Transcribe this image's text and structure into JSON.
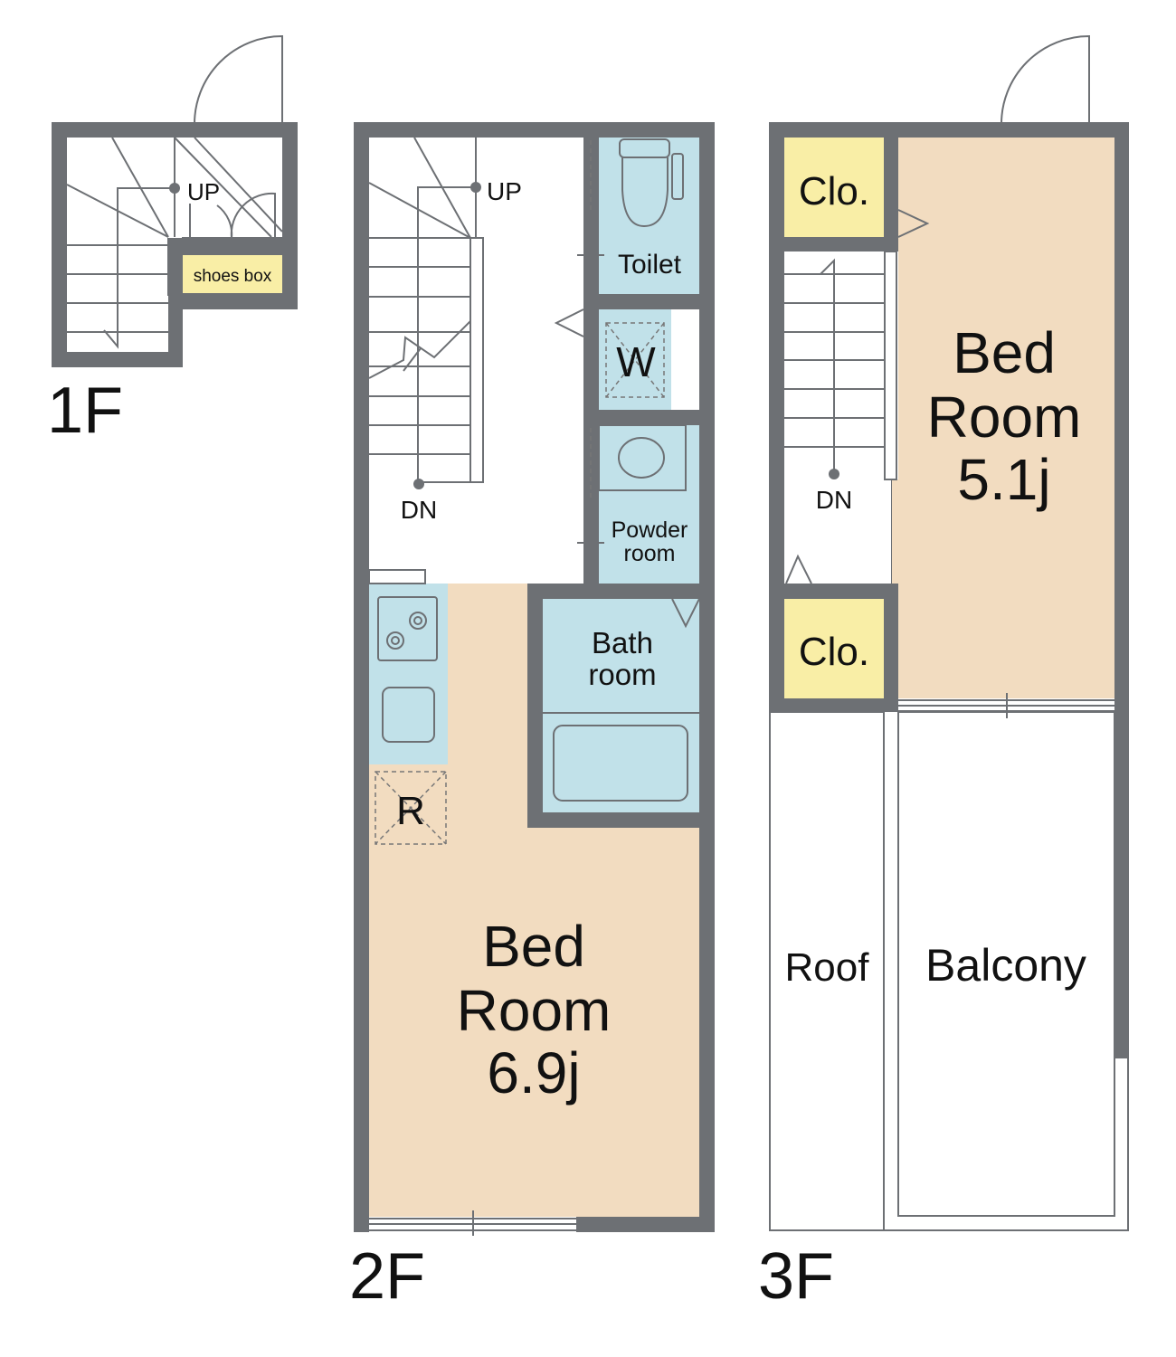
{
  "colors": {
    "wall": "#6d7074",
    "bedroom": "#f2dcc0",
    "wet_area": "#c1e1e9",
    "closet": "#f9eea6"
  },
  "floor_1": {
    "label": "1F",
    "stairs_label": "UP",
    "shoes_box": "shoes box"
  },
  "floor_2": {
    "label": "2F",
    "stairs_up": "UP",
    "stairs_down": "DN",
    "toilet": "Toilet",
    "washer": "W",
    "powder_room": [
      "Powder",
      "room"
    ],
    "bath_room": [
      "Bath",
      "room"
    ],
    "fridge": "R",
    "bedroom": [
      "Bed",
      "Room",
      "6.9j"
    ]
  },
  "floor_3": {
    "label": "3F",
    "stairs_down": "DN",
    "closet_top": "Clo.",
    "closet_bottom": "Clo.",
    "bedroom": [
      "Bed",
      "Room",
      "5.1j"
    ],
    "roof": "Roof",
    "balcony": "Balcony"
  }
}
